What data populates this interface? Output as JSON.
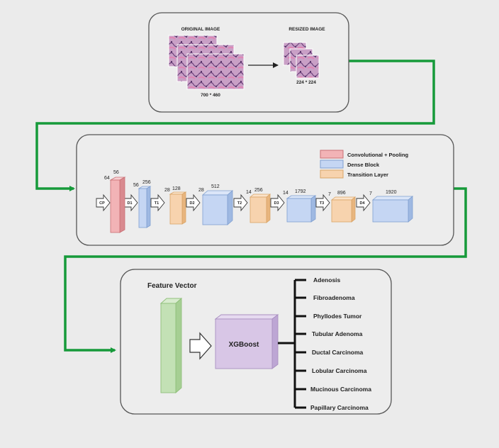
{
  "image_panel": {
    "original_title": "ORIGINAL IMAGE",
    "original_size": "700 * 460",
    "resized_title": "RESIZED IMAGE",
    "resized_size": "224 * 224"
  },
  "legend": [
    {
      "label": "Convolutional + Pooling",
      "color": "#f2b3b6",
      "stroke": "#c96f74"
    },
    {
      "label": "Dense Block",
      "color": "#c5d6f3",
      "stroke": "#7f9fd0"
    },
    {
      "label": "Transition Layer",
      "color": "#f7d3ae",
      "stroke": "#d9a466"
    }
  ],
  "network": {
    "steps": [
      "CP",
      "D1",
      "T1",
      "D2",
      "T2",
      "D3",
      "T3",
      "D4"
    ],
    "dims": {
      "cp_side": "64",
      "cp_top": "56",
      "d1_side": "56",
      "d1_top": "256",
      "t1_side": "28",
      "t1_top": "128",
      "d2_side": "28",
      "d2_top": "512",
      "t2_side": "14",
      "t2_top": "256",
      "d3_side": "14",
      "d3_top": "1792",
      "t3_side": "7",
      "t3_top": "896",
      "d4_side": "7",
      "d4_top": "1920"
    }
  },
  "classifier": {
    "feature_title": "Feature Vector",
    "model": "XGBoost",
    "classes": [
      "Adenosis",
      "Fibroadenoma",
      "Phyllodes Tumor",
      "Tubular Adenoma",
      "Ductal Carcinoma",
      "Lobular Carcinoma",
      "Mucinous Carcinoma",
      "Papillary Carcinoma"
    ]
  },
  "colors": {
    "flow_arrow": "#169a3a",
    "feature_vector": "#c3e1b5",
    "xgboost": "#d8c6e6",
    "panel_border": "#555555"
  }
}
